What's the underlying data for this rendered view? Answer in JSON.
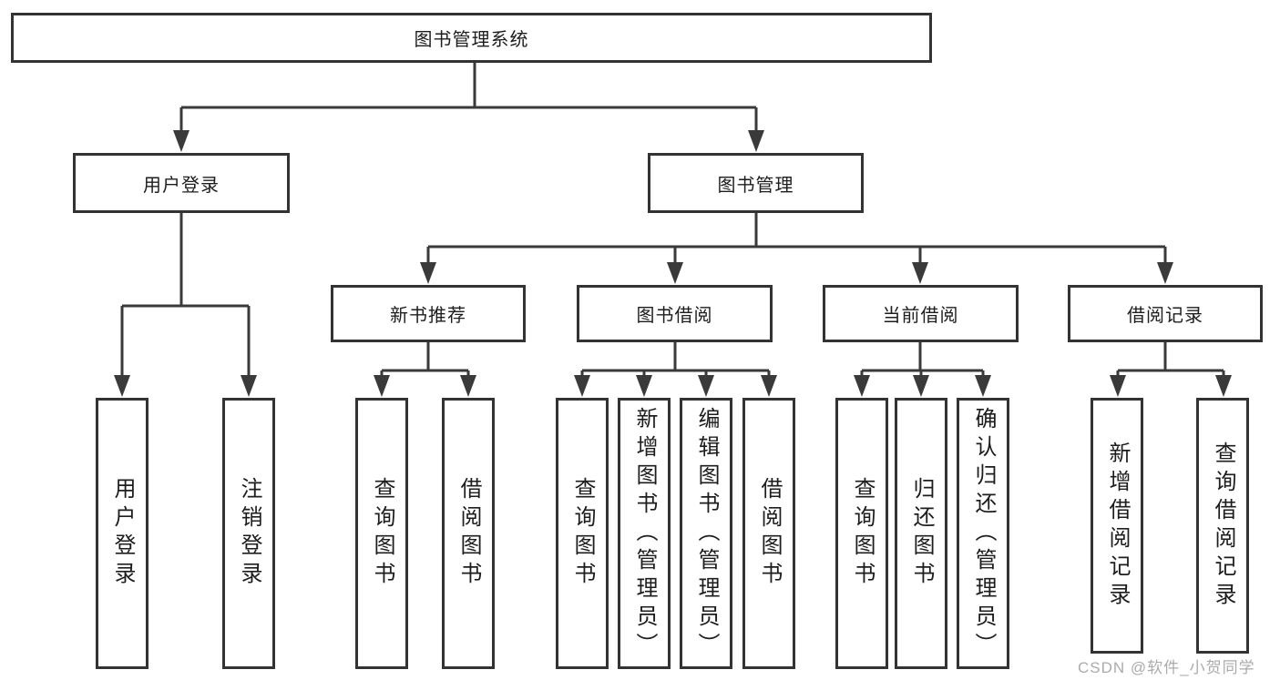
{
  "tree": {
    "label": "图书管理系统",
    "children": [
      {
        "label": "用户登录",
        "children": [
          {
            "label": "用户登录"
          },
          {
            "label": "注销登录"
          }
        ]
      },
      {
        "label": "图书管理",
        "children": [
          {
            "label": "新书推荐",
            "children": [
              {
                "label": "查询图书"
              },
              {
                "label": "借阅图书"
              }
            ]
          },
          {
            "label": "图书借阅",
            "children": [
              {
                "label": "查询图书"
              },
              {
                "label": "新增图书（管理员）"
              },
              {
                "label": "编辑图书（管理员）"
              },
              {
                "label": "借阅图书"
              }
            ]
          },
          {
            "label": "当前借阅",
            "children": [
              {
                "label": "查询图书"
              },
              {
                "label": "归还图书"
              },
              {
                "label": "确认归还（管理员）"
              }
            ]
          },
          {
            "label": "借阅记录",
            "children": [
              {
                "label": "新增借阅记录"
              },
              {
                "label": "查询借阅记录"
              }
            ]
          }
        ]
      }
    ]
  },
  "watermark": {
    "text": "CSDN @软件_小贺同学"
  },
  "colors": {
    "connector_line": "#3a3a3a",
    "box_border": "#333333",
    "box_fill": "#ffffff",
    "text": "#1d1d1f",
    "watermark_text": "#ababab"
  }
}
